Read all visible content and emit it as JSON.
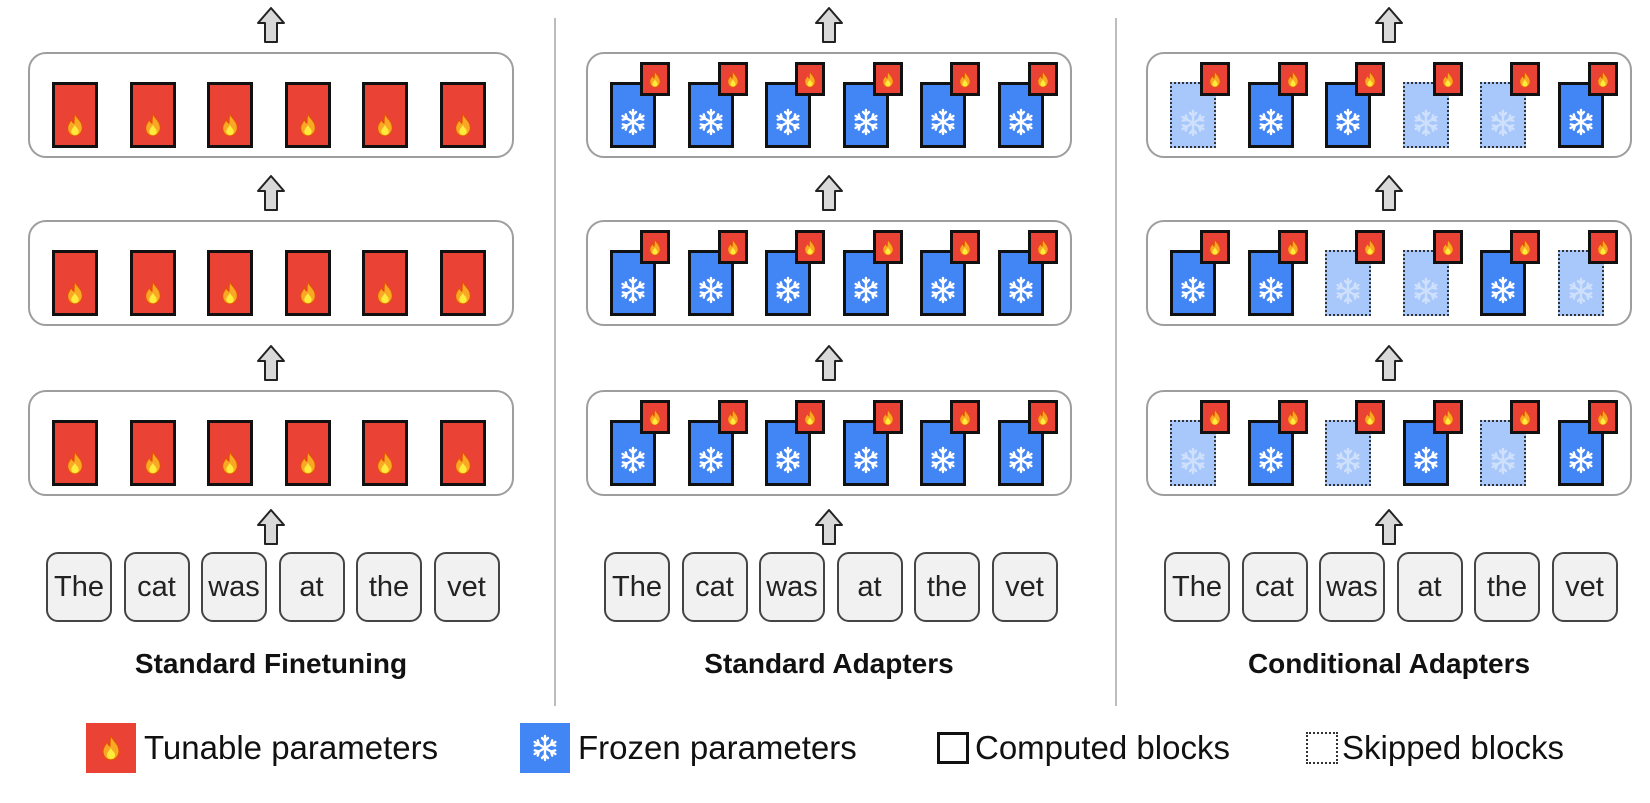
{
  "panels": [
    {
      "title": "Standard Finetuning",
      "tokens": [
        "The",
        "cat",
        "was",
        "at",
        "the",
        "vet"
      ],
      "layers": [
        [
          "tunable",
          "tunable",
          "tunable",
          "tunable",
          "tunable",
          "tunable"
        ],
        [
          "tunable",
          "tunable",
          "tunable",
          "tunable",
          "tunable",
          "tunable"
        ],
        [
          "tunable",
          "tunable",
          "tunable",
          "tunable",
          "tunable",
          "tunable"
        ]
      ],
      "adapters": false
    },
    {
      "title": "Standard Adapters",
      "tokens": [
        "The",
        "cat",
        "was",
        "at",
        "the",
        "vet"
      ],
      "layers": [
        [
          "frozen",
          "frozen",
          "frozen",
          "frozen",
          "frozen",
          "frozen"
        ],
        [
          "frozen",
          "frozen",
          "frozen",
          "frozen",
          "frozen",
          "frozen"
        ],
        [
          "frozen",
          "frozen",
          "frozen",
          "frozen",
          "frozen",
          "frozen"
        ]
      ],
      "adapters": true
    },
    {
      "title": "Conditional Adapters",
      "tokens": [
        "The",
        "cat",
        "was",
        "at",
        "the",
        "vet"
      ],
      "layers": [
        [
          "skipped",
          "frozen",
          "frozen",
          "skipped",
          "skipped",
          "frozen"
        ],
        [
          "frozen",
          "frozen",
          "skipped",
          "skipped",
          "frozen",
          "skipped"
        ],
        [
          "skipped",
          "frozen",
          "skipped",
          "frozen",
          "skipped",
          "frozen"
        ]
      ],
      "adapters": true
    }
  ],
  "legend": [
    {
      "label": "Tunable parameters",
      "icon": "fire-icon",
      "color": "#ea4335"
    },
    {
      "label": "Frozen parameters",
      "icon": "snowflake-icon",
      "color": "#4285f4"
    },
    {
      "label": "Computed blocks",
      "icon": "solid-square-icon",
      "color": "#111111"
    },
    {
      "label": "Skipped blocks",
      "icon": "dotted-square-icon",
      "color": "#333333"
    }
  ],
  "colors": {
    "tunable": "#ea4335",
    "frozen": "#4285f4",
    "skipped": "#a8c7fa",
    "token_bg": "#f1f1f1",
    "arrow_fill": "#d9d9d9"
  }
}
